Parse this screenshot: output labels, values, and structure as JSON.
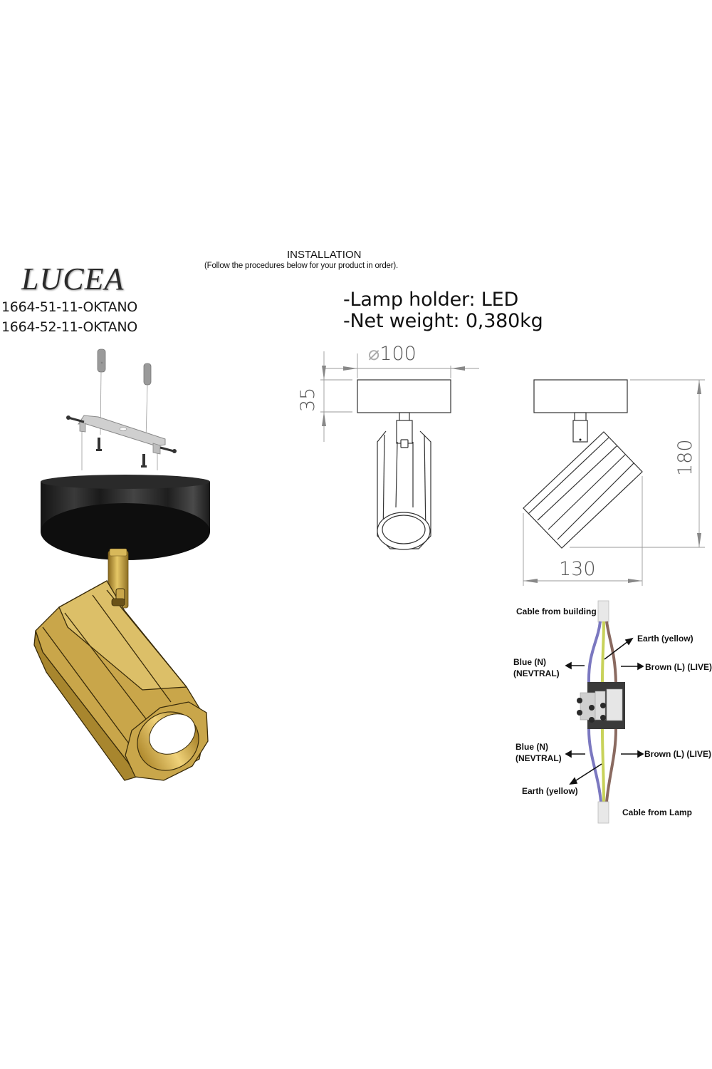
{
  "header": {
    "brand": "LUCEA",
    "product_codes": [
      "1664-51-11-OKTANO",
      "1664-52-11-OKTANO"
    ],
    "installation_title": "INSTALLATION",
    "installation_subtitle": "(Follow the procedures below for your product in order)."
  },
  "specs": {
    "lamp_holder": "-Lamp holder: LED",
    "net_weight": "-Net weight: 0,380kg"
  },
  "dimensions": {
    "diameter": "100",
    "diameter_symbol": "⌀",
    "canopy_height": "35",
    "total_height": "180",
    "total_width": "130"
  },
  "wiring": {
    "cable_from_building": "Cable from building",
    "cable_from_lamp": "Cable from Lamp",
    "earth_top": "Earth (yellow)",
    "earth_bottom": "Earth (yellow)",
    "blue_top_line1": "Blue (N)",
    "blue_top_line2": "(NEVTRAL)",
    "blue_bottom_line1": "Blue (N)",
    "blue_bottom_line2": "(NEVTRAL)",
    "brown_top": "Brown (L) (LIVE)",
    "brown_bottom": "Brown (L) (LIVE)",
    "colors": {
      "blue": "#7b78c0",
      "yellow": "#c8d25a",
      "brown": "#8a6a60",
      "cable": "#e8e8e8",
      "block": "#3a3a3a"
    }
  },
  "product_colors": {
    "canopy": "#1e1e1e",
    "body_gold": "#c9a64a",
    "body_gold_dark": "#a8862e",
    "body_gold_light": "#dcbf68"
  }
}
